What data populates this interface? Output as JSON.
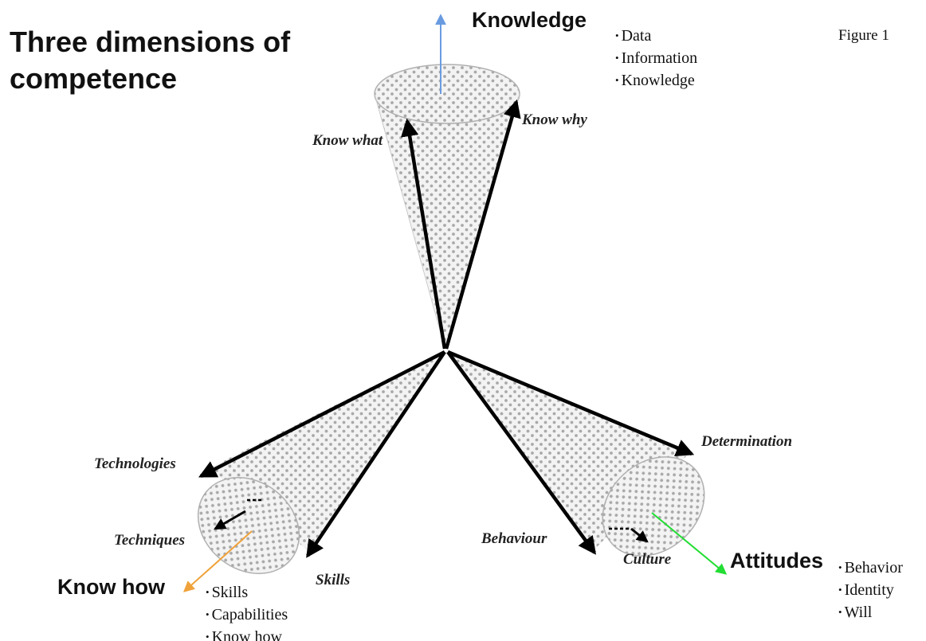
{
  "title": "Three dimensions of competence",
  "figure_label": "Figure 1",
  "colors": {
    "knowledge_arrow": "#6a9be0",
    "knowhow_arrow": "#f0a23a",
    "attitudes_arrow": "#22dd33",
    "cone_fill": "#d4d4d4"
  },
  "dimensions": {
    "knowledge": {
      "name": "Knowledge",
      "edge_labels": {
        "left": "Know what",
        "right": "Know why"
      },
      "items": [
        "Data",
        "Information",
        "Knowledge"
      ]
    },
    "knowhow": {
      "name": "Know how",
      "edge_labels": {
        "top": "Technologies",
        "inner": "Techniques",
        "bottom": "Skills"
      },
      "items": [
        "Skills",
        "Capabilities",
        "Know how"
      ]
    },
    "attitudes": {
      "name": "Attitudes",
      "edge_labels": {
        "top": "Determination",
        "left": "Behaviour",
        "inner": "Culture"
      },
      "items": [
        "Behavior",
        "Identity",
        "Will"
      ]
    }
  }
}
